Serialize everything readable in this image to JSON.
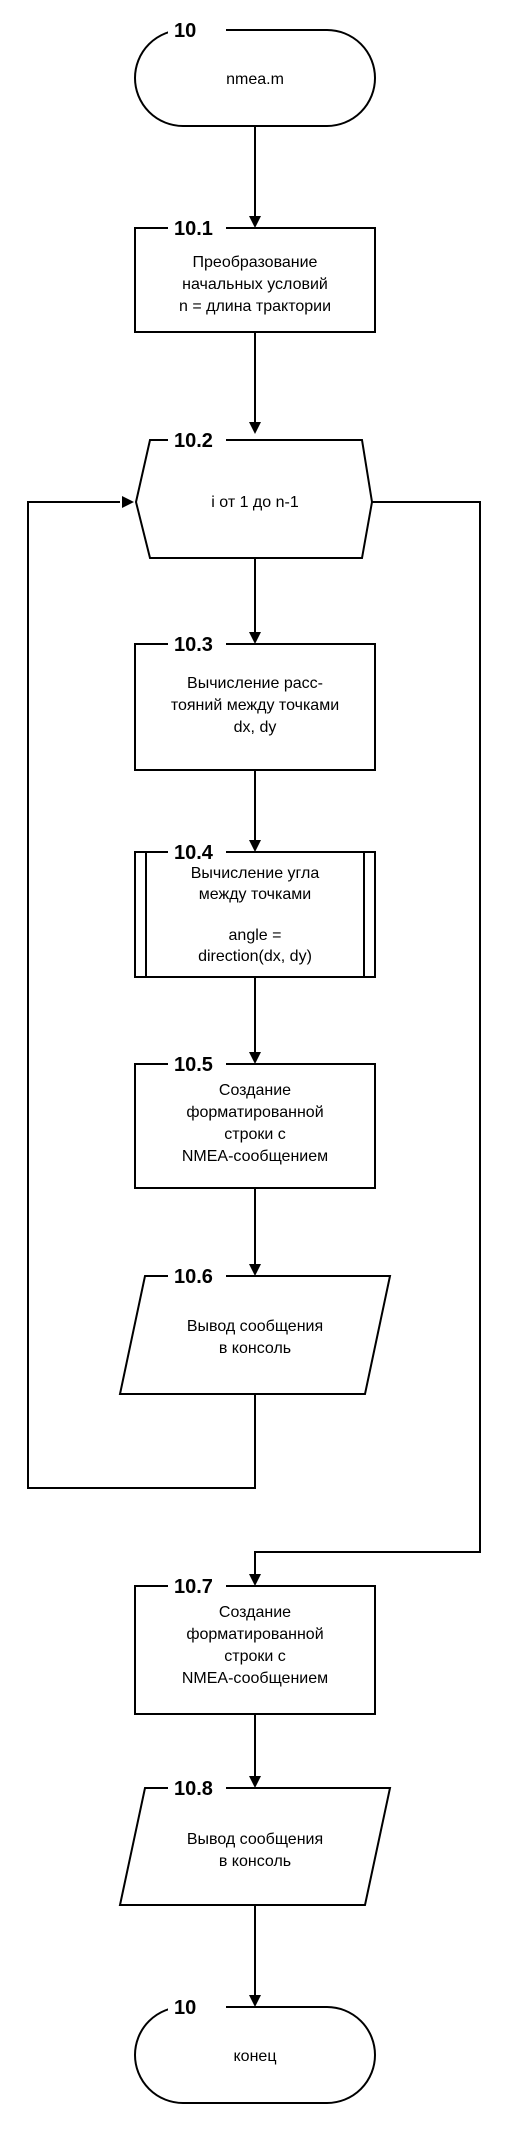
{
  "nodes": {
    "start": {
      "number": "10",
      "text": [
        "nmea.m"
      ]
    },
    "n10_1": {
      "number": "10.1",
      "text": [
        "Преобразование",
        "начальных условий",
        "n = длина трактории"
      ]
    },
    "n10_2": {
      "number": "10.2",
      "text": [
        "i от 1 до n-1"
      ]
    },
    "n10_3": {
      "number": "10.3",
      "text": [
        "Вычисление расс-",
        "тояний между точками",
        "dx, dy"
      ]
    },
    "n10_4": {
      "number": "10.4",
      "text": [
        "Вычисление угла",
        "между точками",
        "",
        "angle =",
        "direction(dx, dy)"
      ]
    },
    "n10_5": {
      "number": "10.5",
      "text": [
        "Создание",
        "форматированной",
        "строки с",
        "NMEA-сообщением"
      ]
    },
    "n10_6": {
      "number": "10.6",
      "text": [
        "Вывод сообщения",
        "в консоль"
      ]
    },
    "n10_7": {
      "number": "10.7",
      "text": [
        "Создание",
        "форматированной",
        "строки с",
        "NMEA-сообщением"
      ]
    },
    "n10_8": {
      "number": "10.8",
      "text": [
        "Вывод сообщения",
        "в консоль"
      ]
    },
    "end": {
      "number": "10",
      "text": [
        "конец"
      ]
    }
  }
}
